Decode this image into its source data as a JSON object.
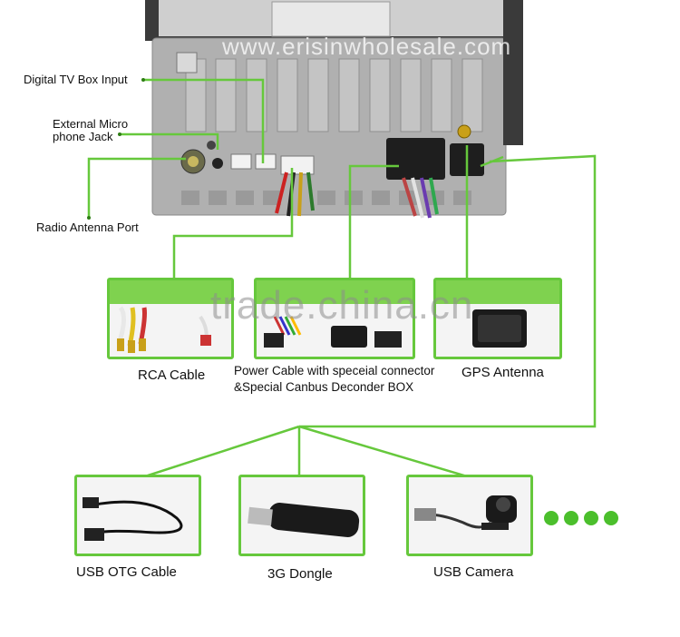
{
  "labels": {
    "digital_tv": "Digital TV Box Input",
    "mic_line1": "External Micro",
    "mic_line2": "phone Jack",
    "radio": "Radio Antenna Port"
  },
  "accessories_top": [
    {
      "caption": "RCA Cable"
    },
    {
      "caption_line1": "Power Cable with speceial connector",
      "caption_line2": "&Special Canbus Deconder BOX"
    },
    {
      "caption": "GPS Antenna"
    }
  ],
  "accessories_bottom": [
    {
      "caption": "USB OTG Cable"
    },
    {
      "caption": "3G Dongle"
    },
    {
      "caption": "USB Camera"
    }
  ],
  "watermarks": {
    "top": "www.erisinwholesale.com",
    "middle": "trade.china.cn"
  },
  "colors": {
    "line": "#66c83c",
    "dots": "#4bbf2c",
    "chassis": "#a9a9a9"
  },
  "icons": [
    "head-unit-rear-image",
    "rca-cable-image",
    "power-cable-image",
    "gps-antenna-image",
    "usb-otg-cable-image",
    "3g-dongle-image",
    "usb-camera-image",
    "more-dots-icon"
  ]
}
